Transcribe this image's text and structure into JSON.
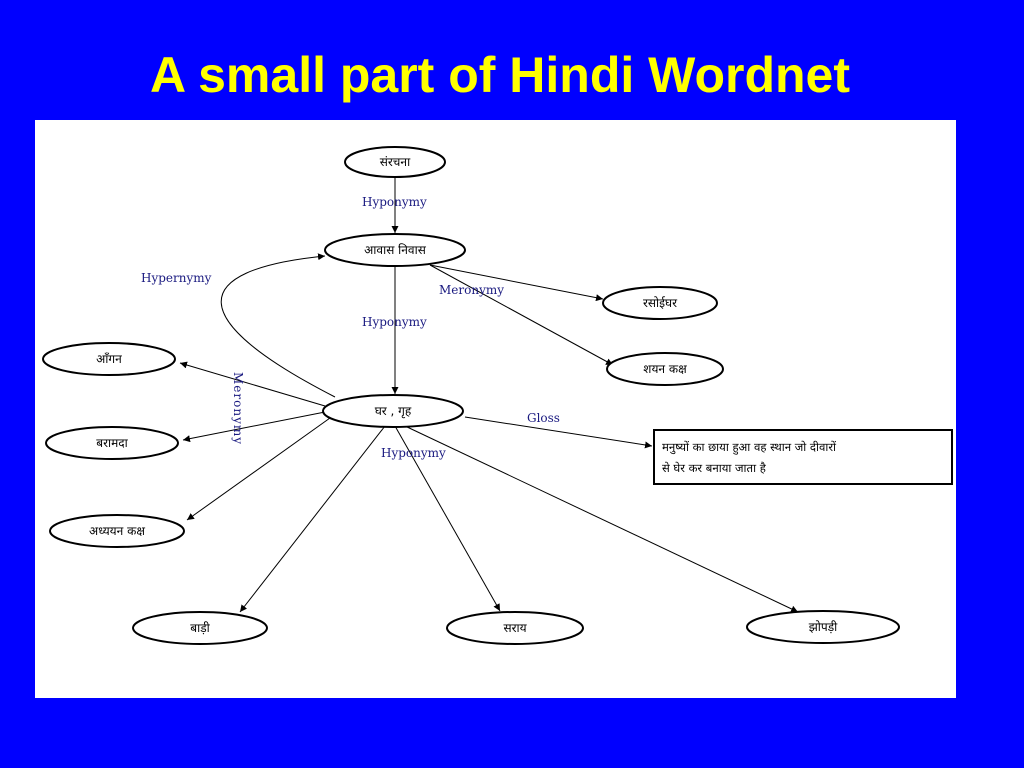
{
  "slide": {
    "title": "A small part of Hindi Wordnet",
    "background": "#0000ff",
    "title_color": "#ffff00"
  },
  "diagram": {
    "nodes": {
      "rachna": "संरचना",
      "awas": "आवास  निवास",
      "rasoighar": "रसोईघर",
      "shayan": "शयन कक्ष",
      "ghar": "घर ,  गृह",
      "aangan": "आँगन",
      "baramda": "बरामदा",
      "adhyayan": "अध्ययन कक्ष",
      "baadi": "बाड़ी",
      "sarai": "सराय",
      "jhopdi": "झोपड़ी"
    },
    "edge_labels": {
      "hyponymy_top": "Hyponymy",
      "hyponymy_mid": "Hyponymy",
      "hypernymy": "Hypernymy",
      "meronymy_right": "Meronymy",
      "meronymy_left": "Meronymy",
      "hyponymy_bottom": "Hyponymy",
      "gloss": "Gloss"
    },
    "gloss": {
      "line1": "मनुष्यों का छाया हुआ वह स्थान जो दीवारों",
      "line2": "से घेर कर बनाया जाता है"
    }
  }
}
